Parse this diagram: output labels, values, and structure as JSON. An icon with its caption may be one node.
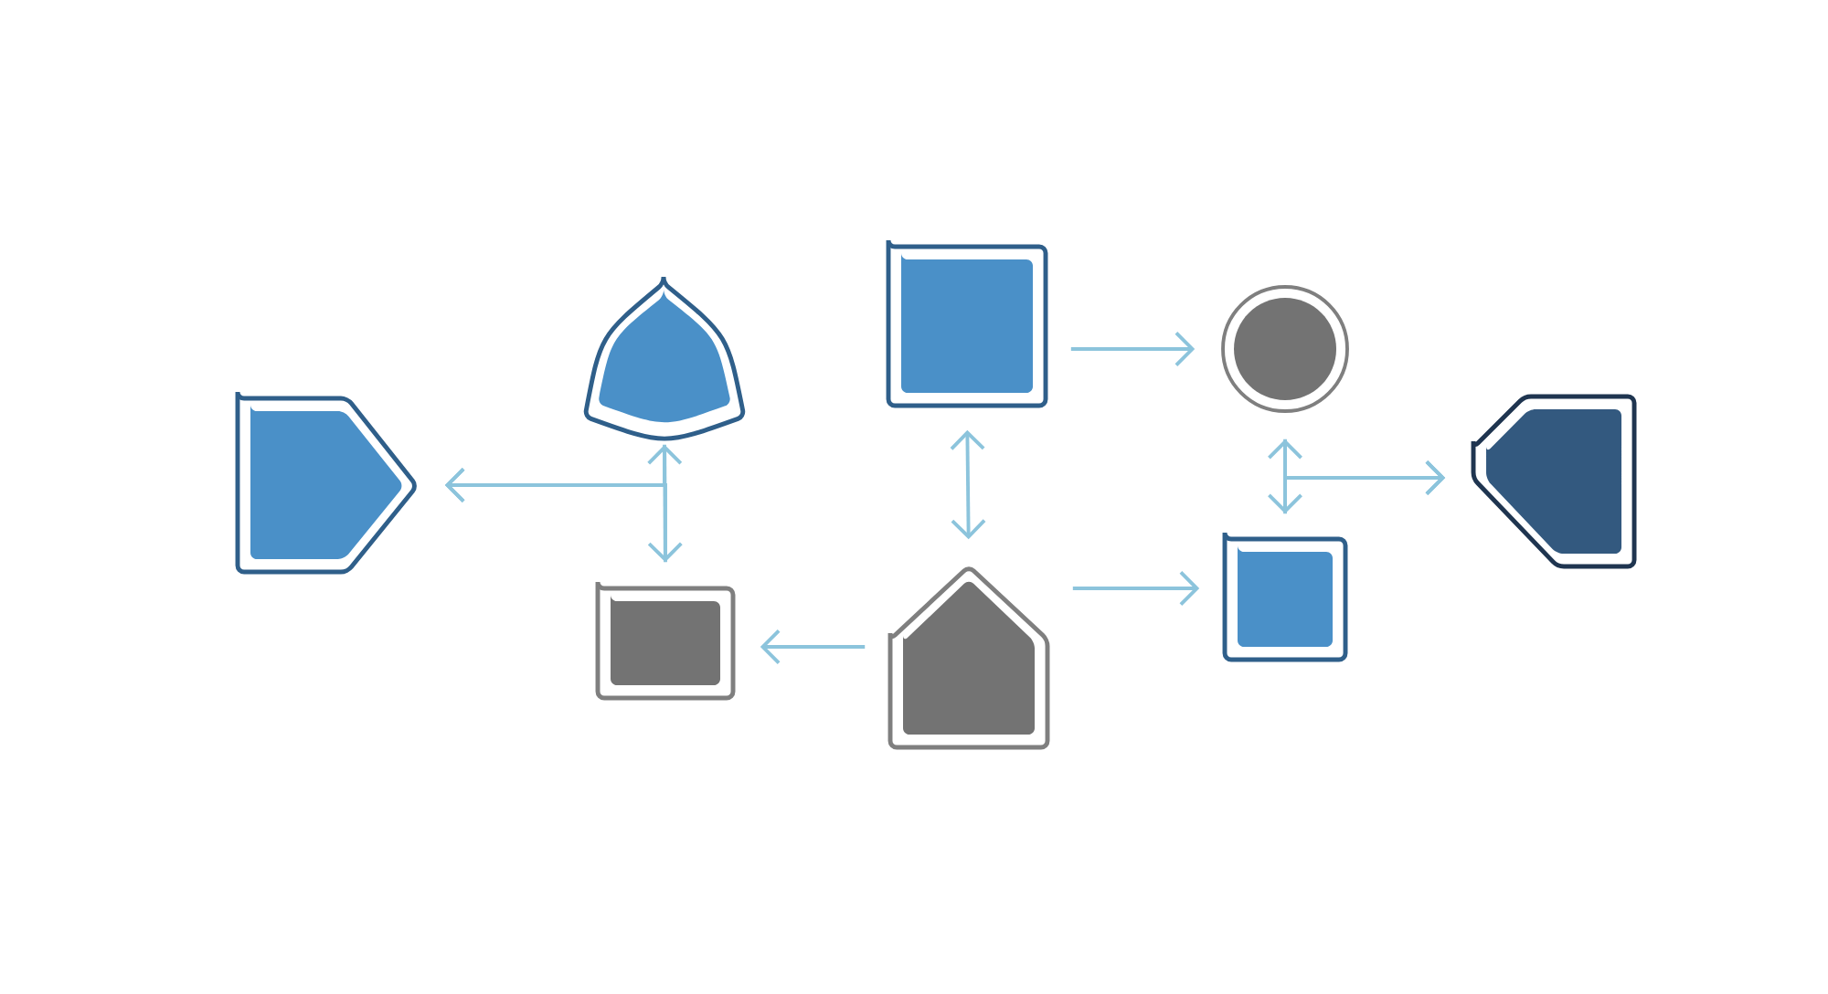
{
  "diagram": {
    "nodes": [
      {
        "text": [],
        "shape": "pentagon"
      },
      {
        "text": [],
        "shape": "triangle"
      },
      {
        "text": [],
        "shape": "box"
      },
      {
        "text": [],
        "shape": "box"
      },
      {
        "text": [],
        "shape": "pentagon"
      },
      {
        "text": [],
        "shape": "circle"
      },
      {
        "text": [],
        "shape": "box"
      },
      {
        "text": [],
        "shape": "pentagon"
      }
    ],
    "edges": [
      {
        "from": 1,
        "to": 0,
        "arrow": "to"
      },
      {
        "from": 2,
        "to": 0,
        "arrow": "to"
      },
      {
        "from": 1,
        "to": 2,
        "arrow": "both"
      },
      {
        "from": 4,
        "to": 2,
        "arrow": "to"
      },
      {
        "from": 3,
        "to": 4,
        "arrow": "both"
      },
      {
        "from": 3,
        "to": 5,
        "arrow": "to"
      },
      {
        "from": 4,
        "to": 6,
        "arrow": "to"
      },
      {
        "from": 5,
        "to": 6,
        "arrow": "both"
      },
      {
        "from": 5,
        "to": 7,
        "arrow": "to"
      },
      {
        "from": 6,
        "to": 7,
        "arrow": "to"
      }
    ]
  }
}
